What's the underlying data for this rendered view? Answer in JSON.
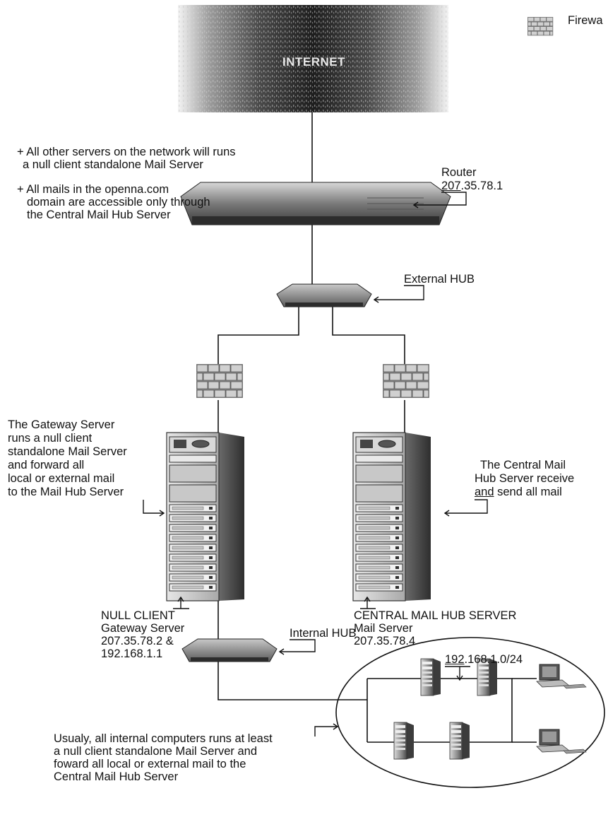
{
  "legend": {
    "firewall_label": "Firewa",
    "icon": "firewall-icon"
  },
  "internet": {
    "label": "INTERNET"
  },
  "notes": {
    "null_client_line1": "+ All other servers on the network will runs",
    "null_client_line2": "a null client standalone Mail Server",
    "domain_line1": "+ All mails in the openna.com",
    "domain_line2": "domain are accessible only through",
    "domain_line3": "the Central Mail Hub Server"
  },
  "router": {
    "title": "Router",
    "ip_underlined": "207",
    "ip_rest": ".35.78.1"
  },
  "external_hub": {
    "label": "External HUB"
  },
  "gateway_description": {
    "line1": "The Gateway Server",
    "line2": "runs a null client",
    "line3": "standalone Mail Server",
    "line4": "and forward all",
    "line5": "local or external mail",
    "line6": "to the Mail Hub Server"
  },
  "central_description": {
    "line1": "The Central Mail",
    "line2": "Hub Server receive",
    "line3_underlined": "and",
    "line3_rest": " send all mail"
  },
  "gateway_server": {
    "line1": "NULL CLIENT",
    "line2": "Gateway Server",
    "line3": "207.35.78.2 &",
    "line4": "192.168.1.1"
  },
  "central_server": {
    "line1": "CENTRAL MAIL HUB SERVER",
    "line2": "Mail Server",
    "line3": "207.35.78.4"
  },
  "internal_hub": {
    "label": "Internal HUB"
  },
  "lan": {
    "subnet_underlined": "192",
    "subnet_rest": ".168.1.0/24"
  },
  "internal_note": {
    "line1": "Usualy, all internal computers runs at least",
    "line2": "a null client standalone Mail Server and",
    "line3": "foward all local or external mail to the",
    "line4": "Central Mail Hub Server"
  }
}
